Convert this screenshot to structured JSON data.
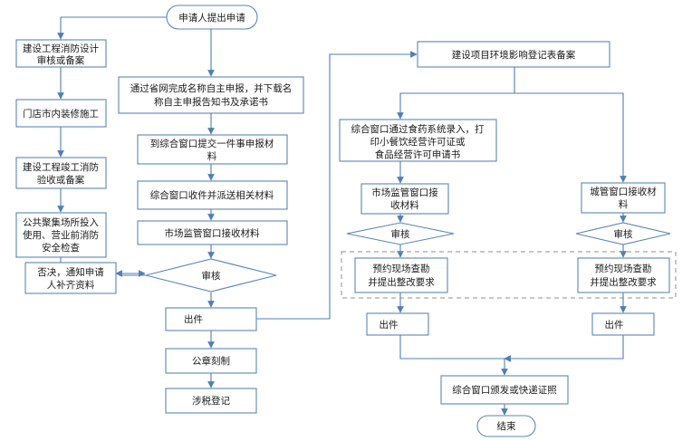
{
  "nodes": {
    "start": "申请人提出申请",
    "fire_design": [
      "建设工程消防设计",
      "审核或备案"
    ],
    "renovation": "门店市内装修施工",
    "fire_acceptance": [
      "建设工程竣工消防",
      "验收或备案"
    ],
    "public_safety": [
      "公共聚集场所投入",
      "使用、营业前消防",
      "安全检查"
    ],
    "reject": [
      "否决，通知申请",
      "人补齐资料"
    ],
    "online_apply": [
      "通过省网完成名称自主申报，并下载名",
      "称自主申报告知书及承诺书"
    ],
    "submit_materials": [
      "到综合窗口提交一件事申报材",
      "料"
    ],
    "receive_dispatch": "综合窗口收件并派送相关材料",
    "market_receive": "市场监管窗口接收材料",
    "review_main": "审核",
    "issue_main": "出件",
    "seal": "公章刻制",
    "tax": "涉税登记",
    "env_record": "建设项目环境影响登记表备案",
    "food_system": [
      "综合窗口通过食药系统录入，打",
      "印小餐饮经营许可证或",
      "食品经营许可申请书"
    ],
    "market_receive_right": [
      "市场监管窗口接",
      "收材料"
    ],
    "city_receive": [
      "城管窗口接收材",
      "料"
    ],
    "review_left": "审核",
    "review_right": "审核",
    "inspect_left": [
      "预约现场查勘",
      "并提出整改要求"
    ],
    "inspect_right": [
      "预约现场查勘",
      "并提出整改要求"
    ],
    "issue_left": "出件",
    "issue_right": "出件",
    "final_issue": "综合窗口颁发或快递证照",
    "end": "结束"
  },
  "colors": {
    "stroke": "#5b86b8",
    "arrow": "#4f7fb5",
    "dashed_group": "#8f8f8f",
    "text": "#1a1a1a"
  }
}
